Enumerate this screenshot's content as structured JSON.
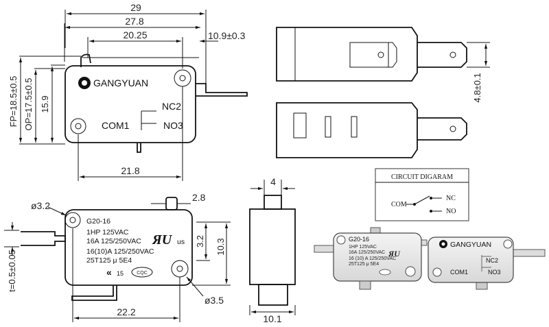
{
  "front_view": {
    "dims": {
      "overall_width": "29",
      "width_278": "27.8",
      "width_2025": "20.25",
      "terminal_offset": "10.9±0.3",
      "fp": "FP=18.5±0.5",
      "op": "OP=17.5±0.5",
      "height": "15.9",
      "bottom_width": "21.8"
    },
    "brand": "GANGYUAN",
    "nc": "NC2",
    "com": "COM1",
    "no": "NO3"
  },
  "side_view": {
    "dim_48": "4.8±0.1"
  },
  "circuit": {
    "title": "CIRCUIT DIGARAM",
    "com": "COM",
    "nc": "NC",
    "no": "NO"
  },
  "back_view": {
    "hole_dia_top": "ø3.2",
    "dim_28": "2.8",
    "model": "G20-16",
    "rating1": "1HP 125VAC",
    "rating2": "16A 125/250VAC",
    "rating3": "16(10)A 125/250VAC",
    "rating4": "25T125 μ 5E4",
    "dim_32": "3.2",
    "dim_103": "10.3",
    "hole_dia_bottom": "ø3.5",
    "bottom_width": "22.2",
    "tolerance": "t=0.5±0.05",
    "ul_mark": "us",
    "ce_num": "15",
    "cqc": "CQC"
  },
  "thickness_view": {
    "dim_4": "4",
    "dim_101": "10.1"
  },
  "photo_back": {
    "model": "G20-16",
    "line1": "1HP 125VAC",
    "line2": "16A 125/250VAC",
    "line3": "16 (10) A 125/250VAC",
    "line4": "25T125 μ 5E4"
  },
  "photo_front": {
    "brand": "GANGYUAN",
    "nc": "NC2",
    "com": "COM1",
    "no": "NO3"
  }
}
